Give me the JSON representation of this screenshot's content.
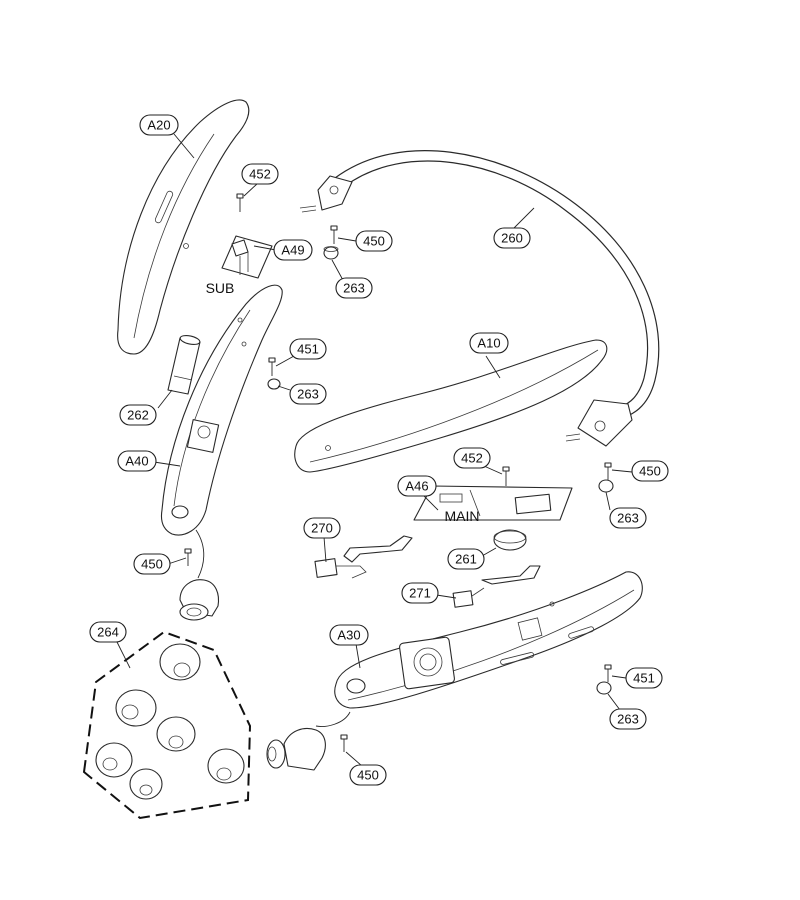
{
  "callouts": {
    "a20": "A20",
    "p452_top": "452",
    "a49": "A49",
    "p450_top": "450",
    "p263_top": "263",
    "p260": "260",
    "p451_left": "451",
    "p263_left": "263",
    "a10": "A10",
    "p262": "262",
    "a40": "A40",
    "p452_mid": "452",
    "p450_right": "450",
    "a46": "A46",
    "p263_right": "263",
    "p270": "270",
    "p261": "261",
    "p450_left": "450",
    "p271": "271",
    "p264": "264",
    "a30": "A30",
    "p451_bottom": "451",
    "p263_bottom": "263",
    "p450_bottom": "450"
  },
  "labels": {
    "sub": "SUB",
    "main": "MAIN"
  }
}
